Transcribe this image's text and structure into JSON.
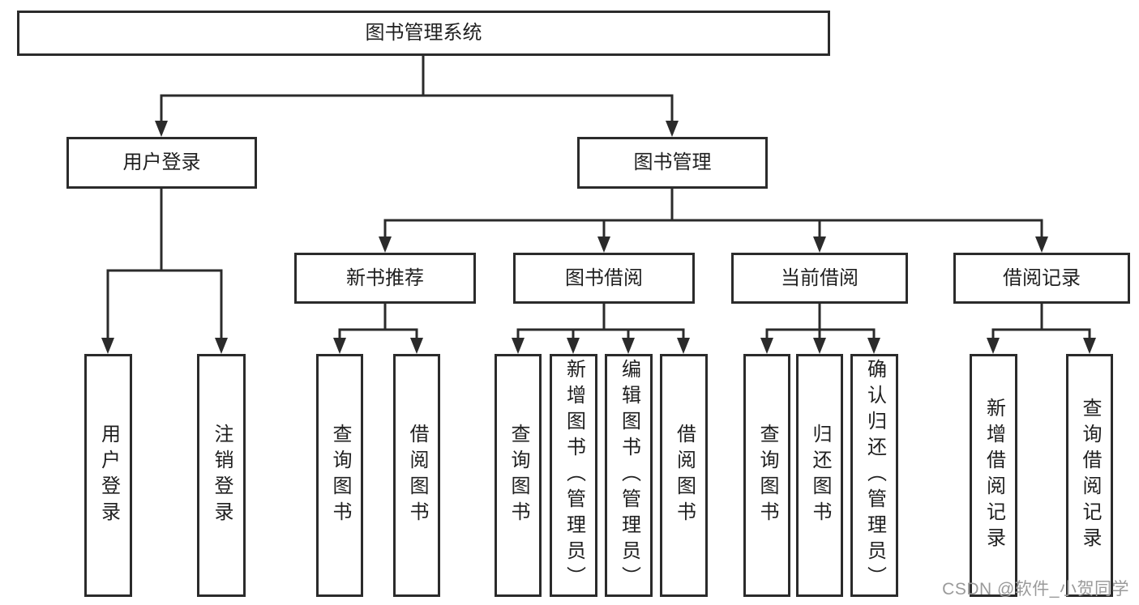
{
  "diagram": {
    "root": {
      "label": "图书管理系统"
    },
    "branches": {
      "user_login": {
        "label": "用户登录",
        "children": [
          {
            "label": "用户登录"
          },
          {
            "label": "注销登录"
          }
        ]
      },
      "book_management": {
        "label": "图书管理",
        "sections": [
          {
            "label": "新书推荐",
            "children": [
              {
                "label": "查询图书"
              },
              {
                "label": "借阅图书"
              }
            ]
          },
          {
            "label": "图书借阅",
            "children": [
              {
                "label": "查询图书"
              },
              {
                "label": "新增图书（管理员）"
              },
              {
                "label": "编辑图书（管理员）"
              },
              {
                "label": "借阅图书"
              }
            ]
          },
          {
            "label": "当前借阅",
            "children": [
              {
                "label": "查询图书"
              },
              {
                "label": "归还图书"
              },
              {
                "label": "确认归还（管理员）"
              }
            ]
          },
          {
            "label": "借阅记录",
            "children": [
              {
                "label": "新增借阅记录"
              },
              {
                "label": "查询借阅记录"
              }
            ]
          }
        ]
      }
    }
  },
  "watermark": {
    "text": "CSDN @软件_小贺同学"
  },
  "colors": {
    "line": "#2b2b2b",
    "box_border": "#2b2b2b",
    "text": "#1f1f1f",
    "background": "#ffffff",
    "watermark": "#9a9a9a"
  }
}
